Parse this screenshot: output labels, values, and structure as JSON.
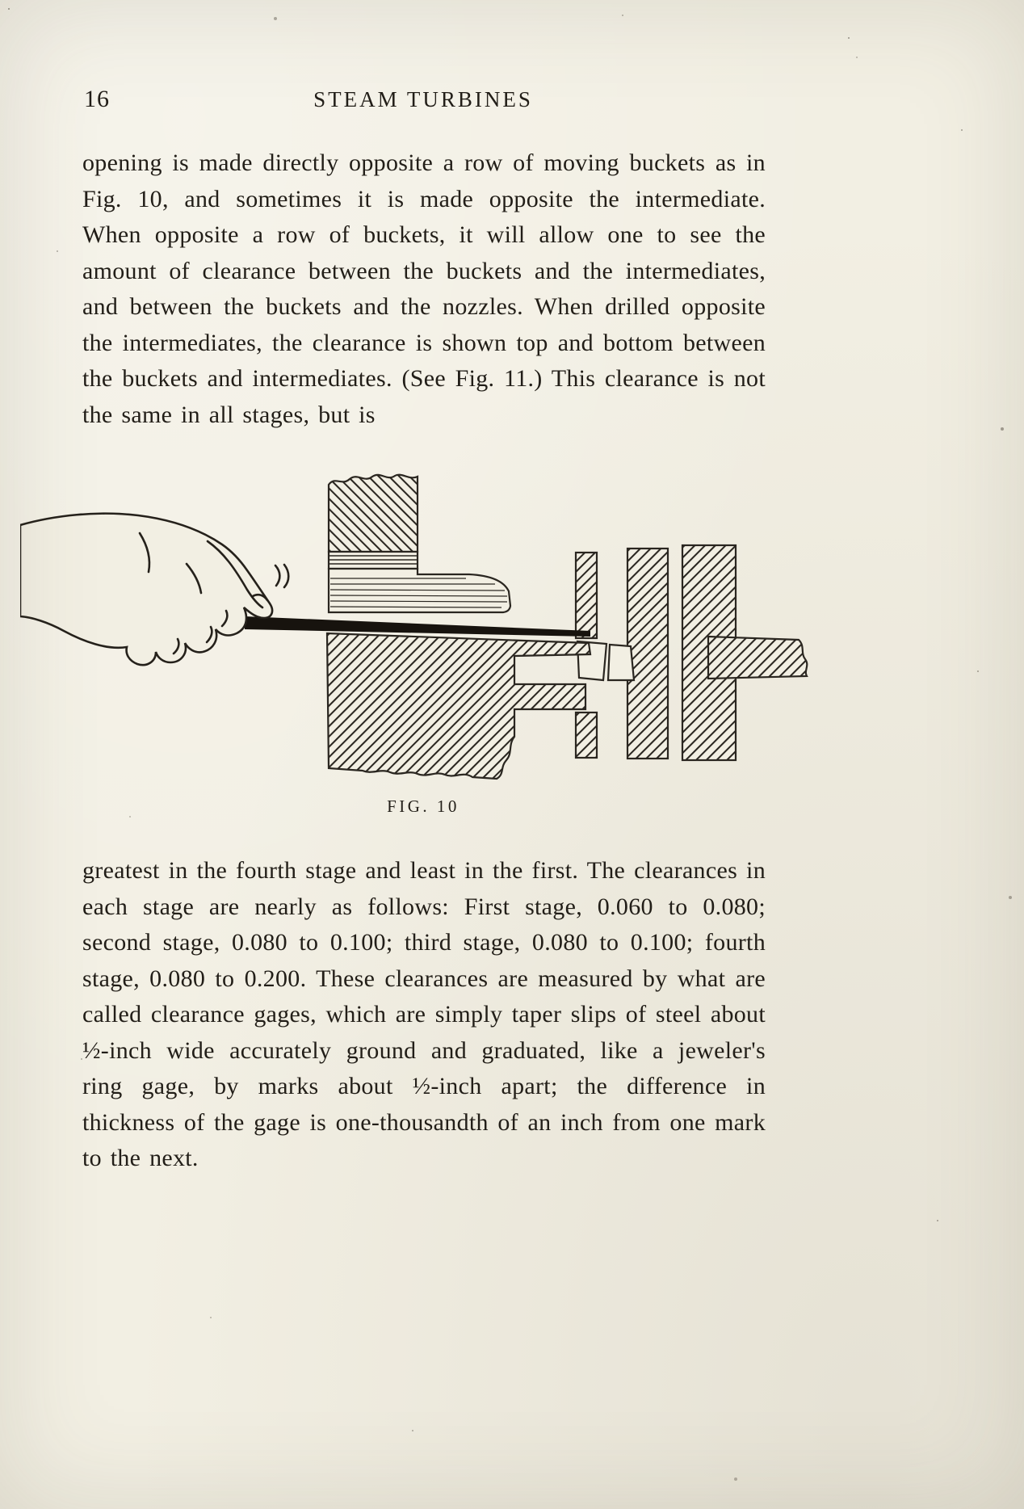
{
  "page": {
    "number": "16",
    "running_head": "STEAM TURBINES"
  },
  "content": {
    "paragraph_1": "opening is made directly opposite a row of moving buckets as in Fig. 10, and sometimes it is made opposite the intermediate.  When opposite a row of buckets, it will allow one to see the amount of clearance between the buckets and the intermediates, and between the buckets and the nozzles.  When drilled opposite the intermediates, the clearance is shown top and bottom between the buckets and intermediates.  (See Fig. 11.) This clearance is not the same in all stages, but is",
    "paragraph_2": "greatest in the fourth stage and least in the first.  The clearances in each stage are nearly as follows: First stage, 0.060 to 0.080;  second stage, 0.080 to 0.100; third stage, 0.080 to 0.100; fourth stage, 0.080 to 0.200.  These clearances are measured by what are called clearance gages, which are simply taper slips of steel about ½-inch wide accurately ground and graduated, like a jeweler's ring gage, by marks about ½-inch apart; the difference in thickness of the gage is one-thousandth of an inch from one mark to the next.",
    "figure_caption": "FIG. 10"
  },
  "colors": {
    "paper": "#f2efe3",
    "ink": "#221e18"
  }
}
